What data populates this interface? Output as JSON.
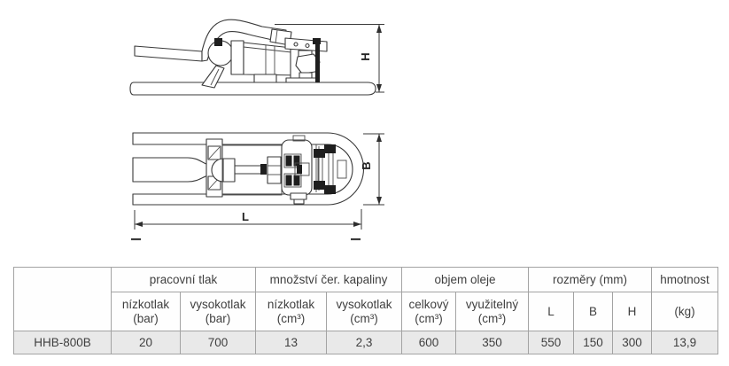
{
  "drawing": {
    "side_view": {
      "dim_label": "H"
    },
    "top_view": {
      "dim_width_label": "B",
      "dim_length_label": "L"
    },
    "line_color": "#3a3a3a"
  },
  "table": {
    "groups": [
      "pracovní tlak",
      "množství čer. kapaliny",
      "objem oleje",
      "rozměry (mm)",
      "hmotnost"
    ],
    "subheaders": [
      {
        "label": "nízkotlak",
        "unit": "(bar)"
      },
      {
        "label": "vysokotlak",
        "unit": "(bar)"
      },
      {
        "label": "nízkotlak",
        "unit": "(cm³)"
      },
      {
        "label": "vysokotlak",
        "unit": "(cm³)"
      },
      {
        "label": "celkový",
        "unit": "(cm³)"
      },
      {
        "label": "využitelný",
        "unit": "(cm³)"
      },
      {
        "label": "L",
        "unit": ""
      },
      {
        "label": "B",
        "unit": ""
      },
      {
        "label": "H",
        "unit": ""
      },
      {
        "label": "(kg)",
        "unit": ""
      }
    ],
    "row": {
      "model": "HHB-800B",
      "values": [
        "20",
        "700",
        "13",
        "2,3",
        "600",
        "350",
        "550",
        "150",
        "300",
        "13,9"
      ]
    },
    "style": {
      "border_color": "#a3a3a3",
      "data_row_bg": "#e9e9e9",
      "text_color": "#3f3f3f"
    }
  }
}
